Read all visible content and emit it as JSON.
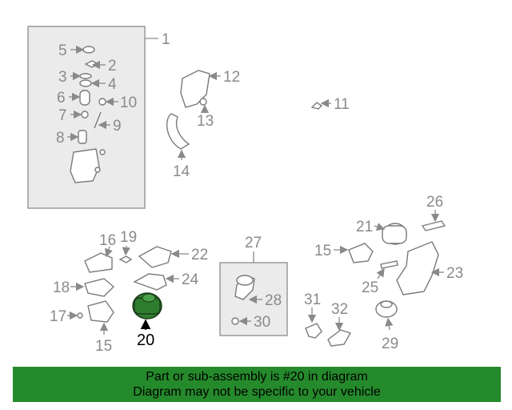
{
  "callouts": {
    "c1": "1",
    "c2": "2",
    "c3": "3",
    "c4": "4",
    "c5": "5",
    "c6": "6",
    "c7": "7",
    "c8": "8",
    "c9": "9",
    "c10": "10",
    "c11": "11",
    "c12": "12",
    "c13": "13",
    "c14": "14",
    "c15a": "15",
    "c15b": "15",
    "c16": "16",
    "c17": "17",
    "c18": "18",
    "c19": "19",
    "c20": "20",
    "c21": "21",
    "c22": "22",
    "c23": "23",
    "c24": "24",
    "c25": "25",
    "c26": "26",
    "c27": "27",
    "c28": "28",
    "c29": "29",
    "c30": "30",
    "c31": "31",
    "c32": "32"
  },
  "banner": {
    "line1": "Part or sub-assembly is #20 in diagram",
    "line2": "Diagram may not be specific to your vehicle"
  },
  "colors": {
    "highlight": "#2e7d2e",
    "banner": "#258a2b"
  }
}
